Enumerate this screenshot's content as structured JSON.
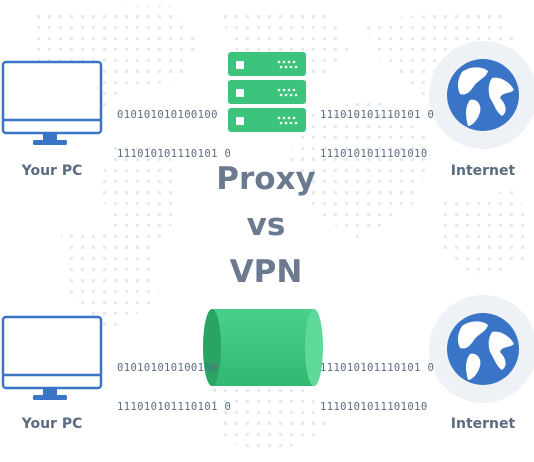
{
  "colors": {
    "monitor": "#3a74c6",
    "globe_water": "#3a74c6",
    "globe_land": "#ffffff",
    "globe_halo": "#eef1f6",
    "server": "#3cc47c",
    "tunnel": "#3cc47c",
    "tunnel_dark": "#2aa463",
    "text": "#5b6b80",
    "title": "#6b7a8f",
    "dots": "#e3e8ef"
  },
  "title": {
    "line1": "Proxy",
    "line2": "vs",
    "line3": "VPN"
  },
  "proxy_row": {
    "left_label": "Your PC",
    "right_label": "Internet",
    "left_bits": [
      "010101010100100",
      "111010101110101 0"
    ],
    "right_bits": [
      "111010101110101 0",
      "1110101011101010"
    ],
    "pc_icon": "monitor-icon",
    "middle_icon": "server-stack-icon",
    "right_icon": "globe-icon"
  },
  "vpn_row": {
    "left_label": "Your PC",
    "right_label": "Internet",
    "left_bits": [
      "010101010100100",
      "111010101110101 0"
    ],
    "right_bits": [
      "111010101110101 0",
      "1110101011101010"
    ],
    "pc_icon": "monitor-icon",
    "middle_icon": "tunnel-icon",
    "right_icon": "globe-icon"
  }
}
